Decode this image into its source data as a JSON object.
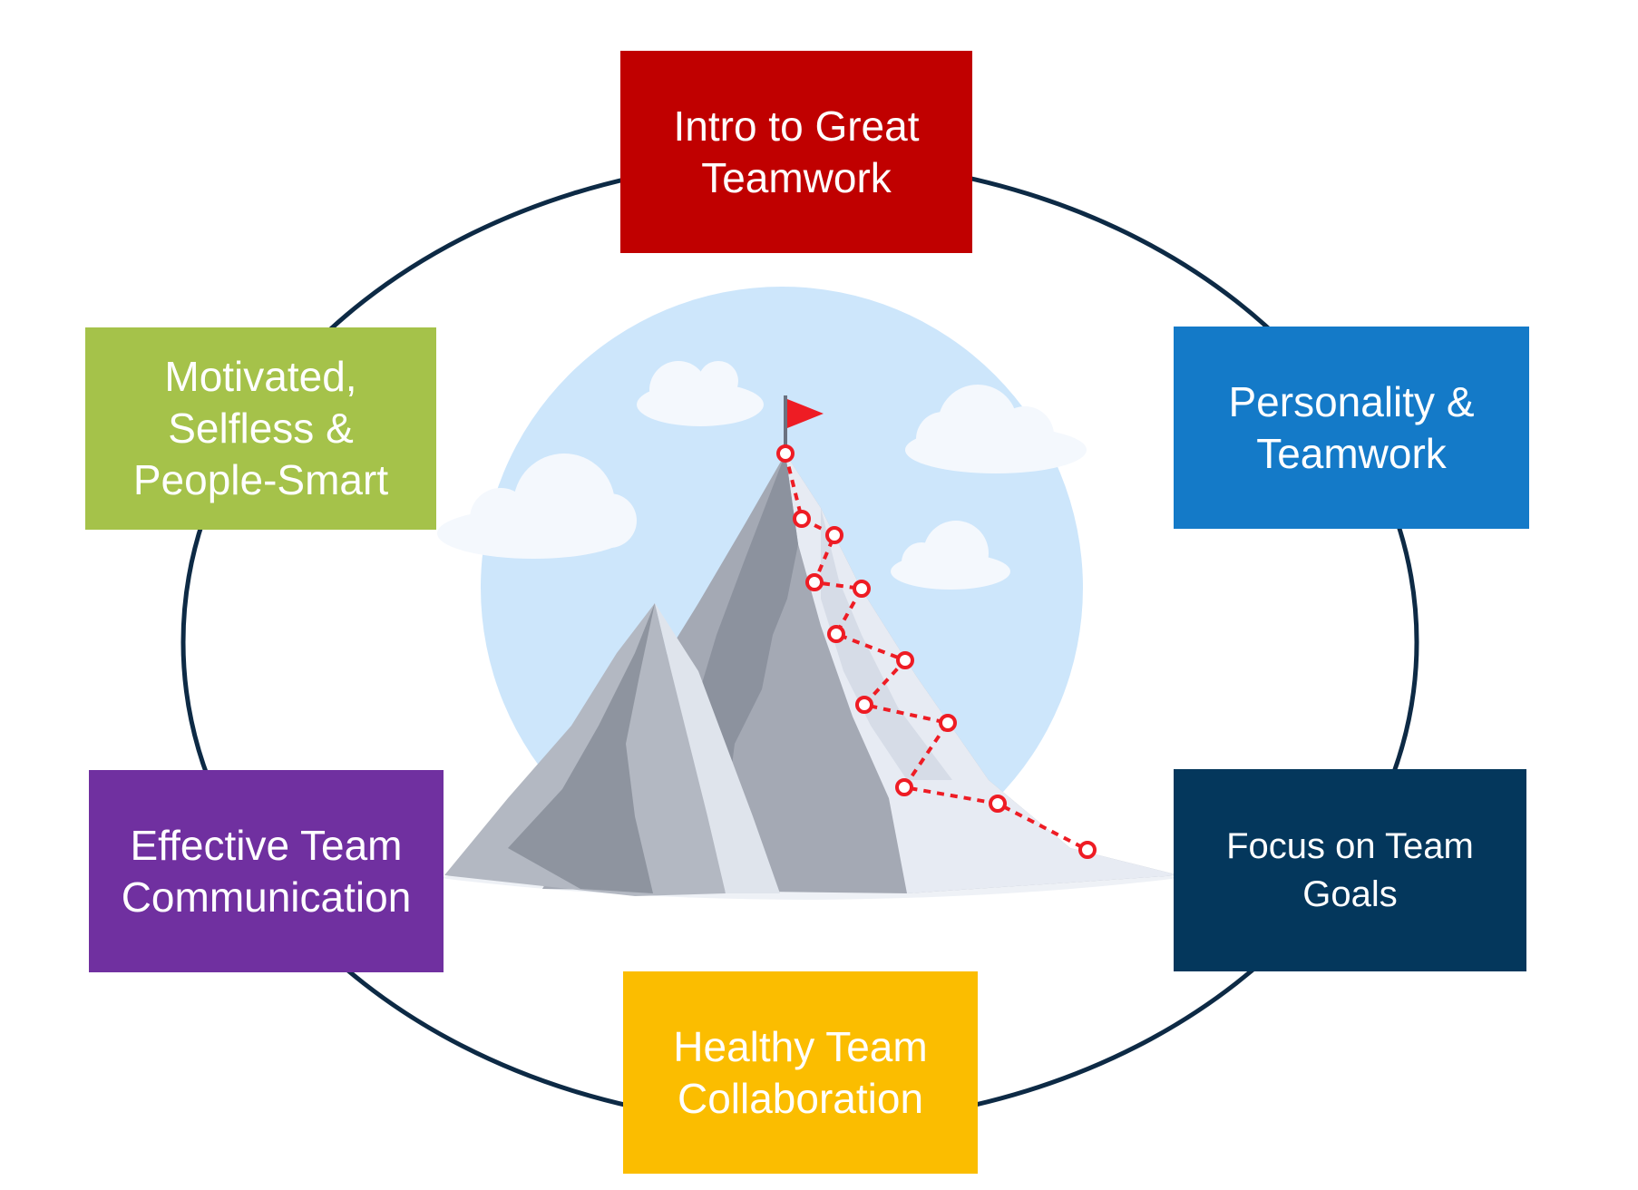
{
  "diagram": {
    "ring_color": "#0d2a45",
    "boxes": [
      {
        "id": "intro",
        "label": "Intro to Great\nTeamwork",
        "color": "#c00000"
      },
      {
        "id": "personality",
        "label": "Personality &\nTeamwork",
        "color": "#147ac8"
      },
      {
        "id": "focus",
        "label": "Focus on Team\nGoals",
        "color": "#04375c"
      },
      {
        "id": "healthy",
        "label": "Healthy Team\nCollaboration",
        "color": "#fbbd00"
      },
      {
        "id": "effective",
        "label": "Effective Team\nCommunication",
        "color": "#7030a0"
      },
      {
        "id": "motivated",
        "label": "Motivated,\nSelfless &\nPeople-Smart",
        "color": "#a5c24a"
      }
    ],
    "illustration": {
      "sky_color": "#cde6fb",
      "flag_color": "#ee1c24",
      "path_color": "#ee1c24",
      "icon": "mountain-summit-icon"
    }
  }
}
